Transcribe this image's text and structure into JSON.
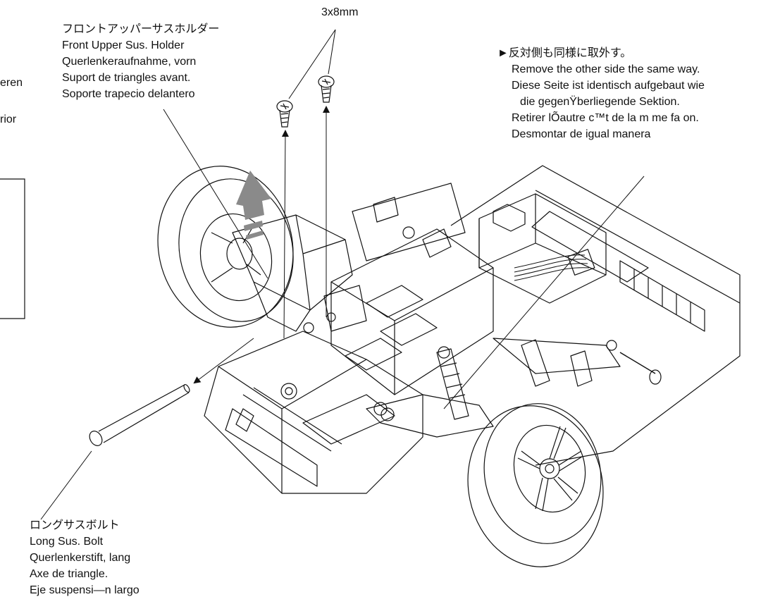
{
  "labels": {
    "screw": {
      "size": "3x8mm"
    },
    "upper_holder": {
      "jp": "フロントアッパーサスホルダー",
      "en": "Front Upper Sus. Holder",
      "de": "Querlenkeraufnahme, vorn",
      "fr": "Suport de triangles avant.",
      "es": "Soporte trapecio delantero"
    },
    "other_side": {
      "jp": "►反対側も同様に取外す。",
      "en": "Remove the other side the same way.",
      "de1": "Diese Seite ist identisch aufgebaut wie",
      "de2": "die gegenŸberliegende Sektion.",
      "fr": "Retirer lÕautre c™t  de la m me fa on.",
      "es": "Desmontar de igual manera"
    },
    "long_bolt": {
      "jp": "ロングサスボルト",
      "en": "Long Sus. Bolt",
      "de": "Querlenkerstift, lang",
      "fr": "Axe de triangle.",
      "es": "Eje suspensi—n largo"
    },
    "edge_fragments": [
      "eren",
      "rior"
    ]
  },
  "colors": {
    "line": "#111111",
    "lift_arrow": "#8a8a8a",
    "background": "#ffffff"
  },
  "icons": [
    "lift-arrow-icon",
    "screw-icon",
    "bolt-icon",
    "wheel-icon",
    "chassis-icon"
  ]
}
